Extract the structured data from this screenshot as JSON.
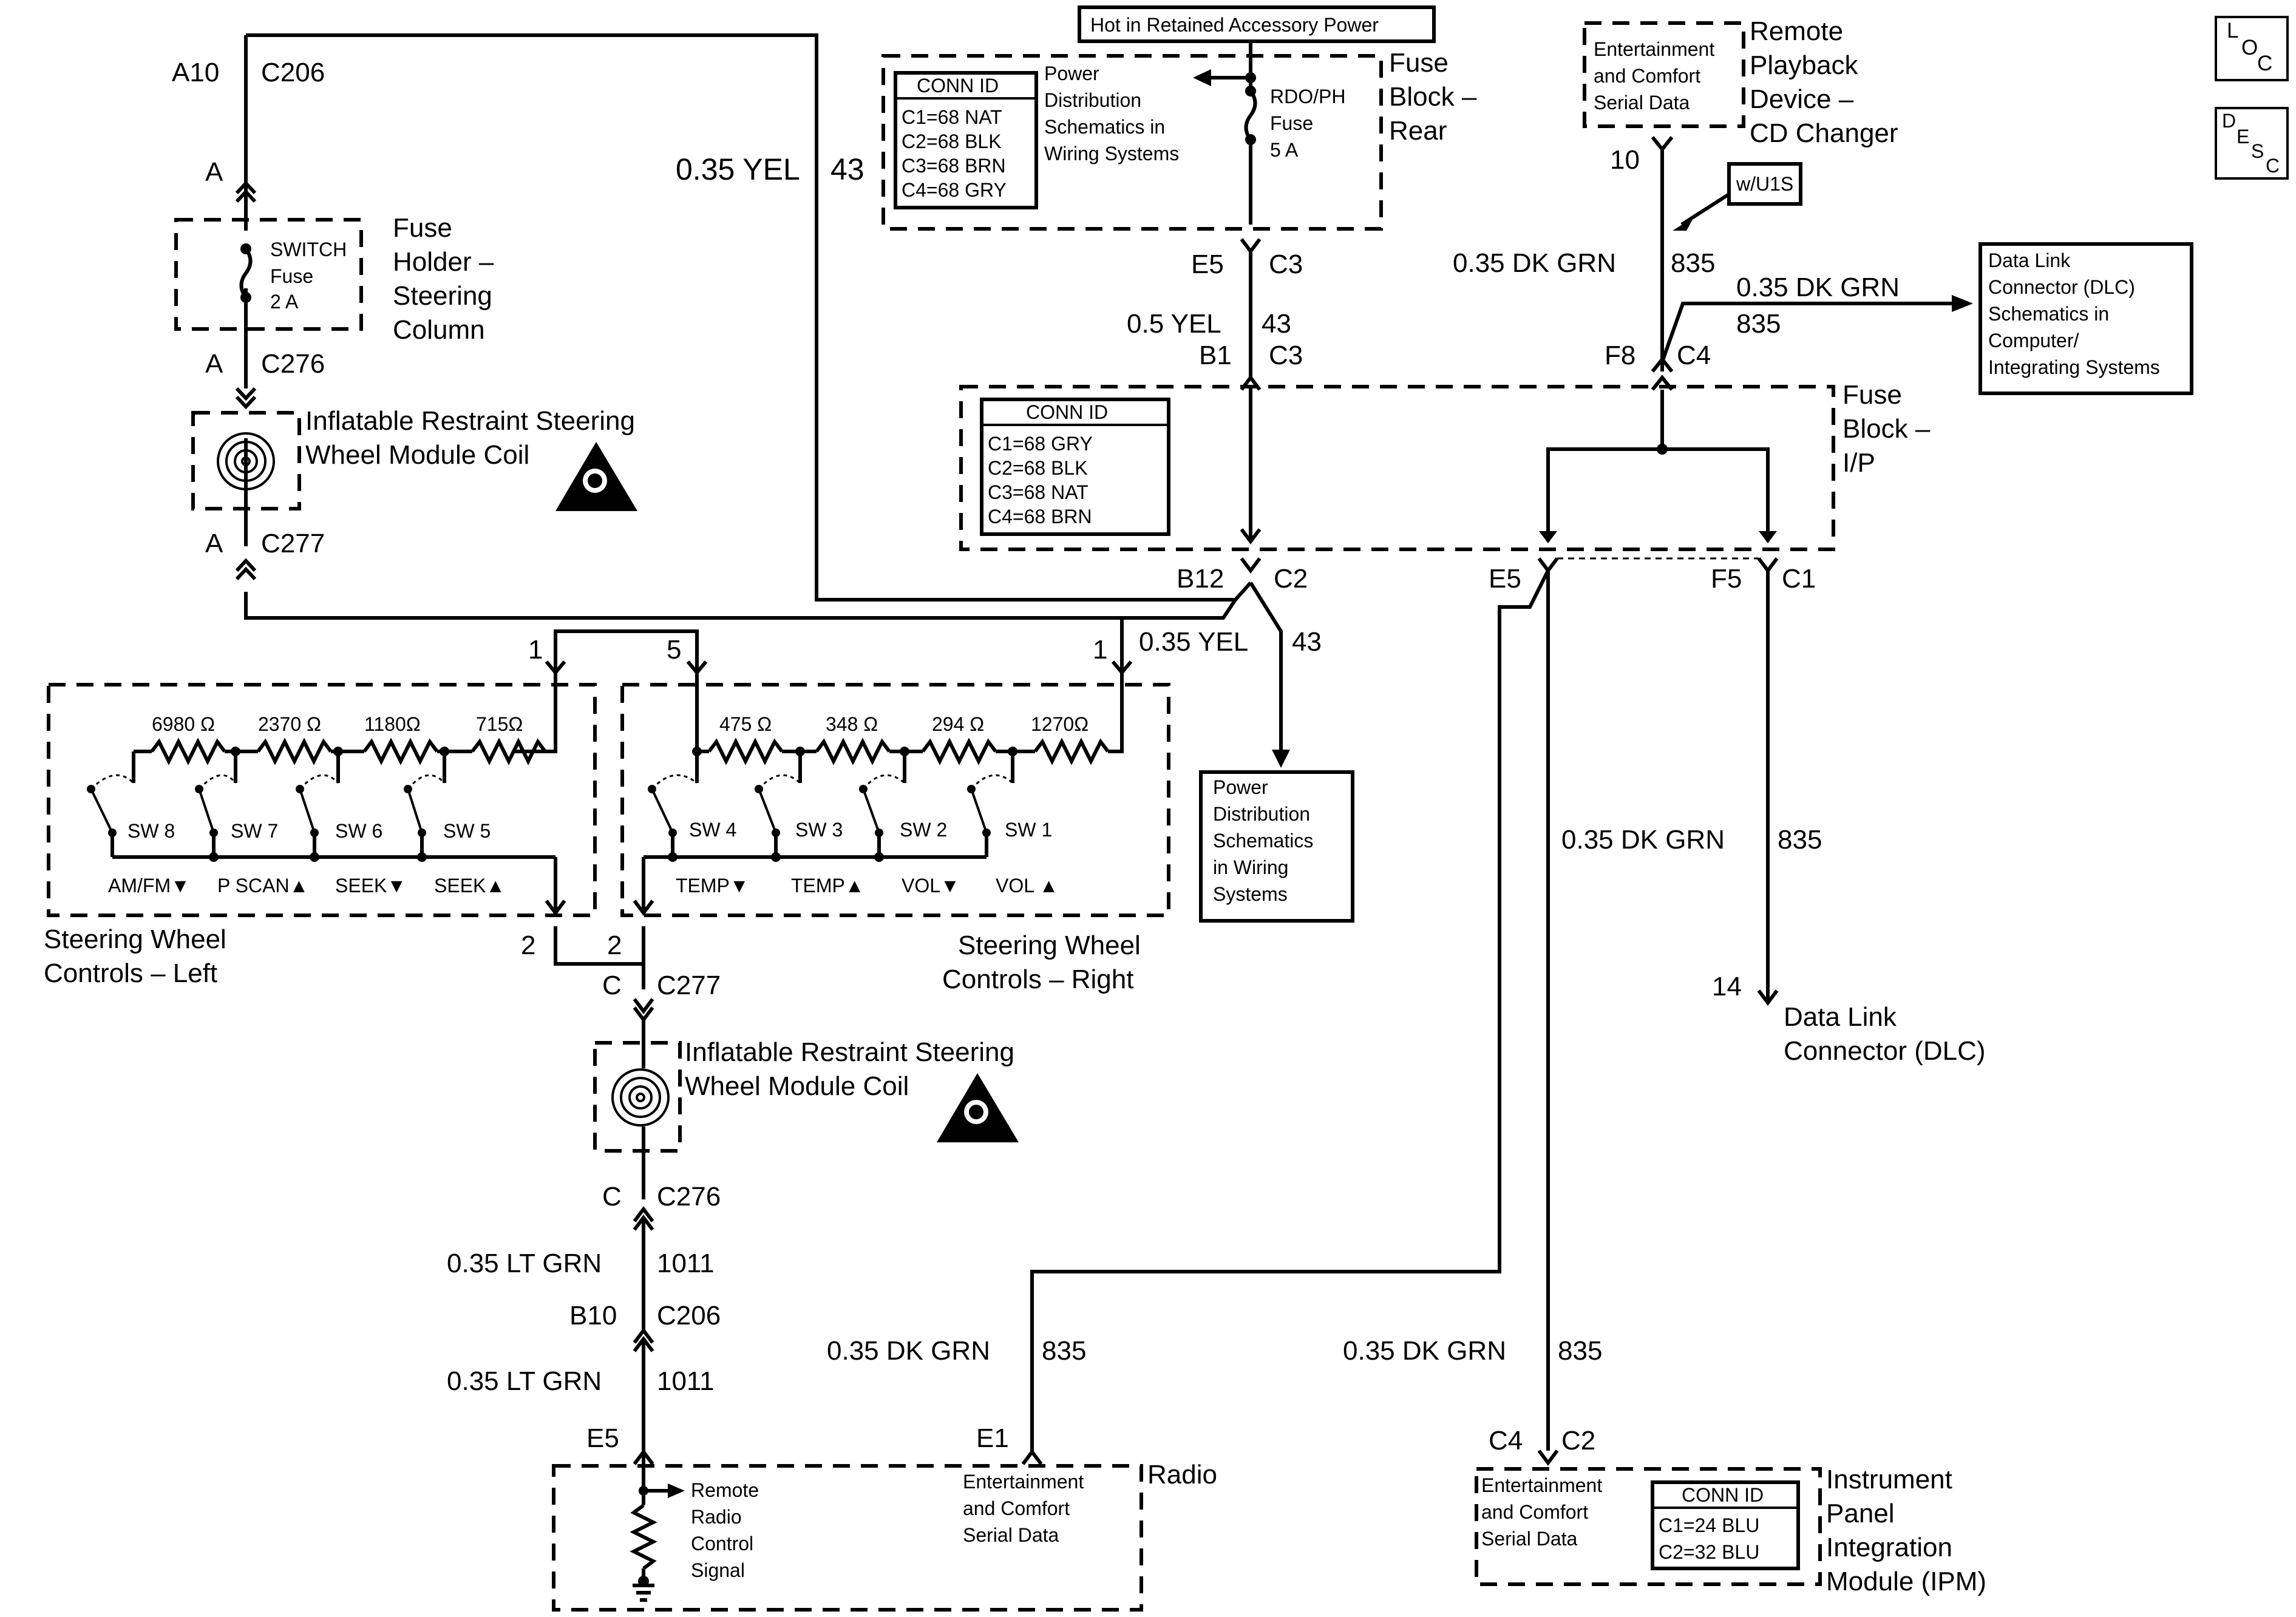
{
  "symbols": {
    "loc": [
      "L",
      "O",
      "C"
    ],
    "desc": [
      "D",
      "E",
      "S",
      "C"
    ]
  },
  "top_banner": "Hot in Retained Accessory Power",
  "fuse_block_rear": {
    "title": [
      "Fuse",
      "Block –",
      "Rear"
    ],
    "conn_id_title": "CONN ID",
    "conn_ids": [
      "C1=68 NAT",
      "C2=68 BLK",
      "C3=68 BRN",
      "C4=68 GRY"
    ],
    "ref": [
      "Power",
      "Distribution",
      "Schematics in",
      "Wiring Systems"
    ],
    "fuse": [
      "RDO/PH",
      "Fuse",
      "5 A"
    ]
  },
  "remote_playback": {
    "title": [
      "Remote",
      "Playback",
      "Device –",
      "CD Changer"
    ],
    "inner": [
      "Entertainment",
      "and Comfort",
      "Serial Data"
    ],
    "pin": "10",
    "option": "w/U1S"
  },
  "fuse_holder": {
    "title": [
      "Fuse",
      "Holder –",
      "Steering",
      "Column"
    ],
    "fuse": [
      "SWITCH",
      "Fuse",
      "2 A"
    ]
  },
  "coil_top": {
    "title": [
      "Inflatable Restraint Steering",
      "Wheel Module Coil"
    ]
  },
  "coil_bottom": {
    "title": [
      "Inflatable Restraint Steering",
      "Wheel Module Coil"
    ]
  },
  "fuse_block_ip": {
    "title": [
      "Fuse",
      "Block –",
      "I/P"
    ],
    "conn_id_title": "CONN ID",
    "conn_ids": [
      "C1=68 GRY",
      "C2=68 BLK",
      "C3=68 NAT",
      "C4=68 BRN"
    ]
  },
  "dlc_ref": [
    "Data Link",
    "Connector (DLC)",
    "Schematics in",
    "Computer/",
    "Integrating Systems"
  ],
  "power_dist_ref": [
    "Power",
    "Distribution",
    "Schematics",
    "in Wiring",
    "Systems"
  ],
  "swc_left": {
    "title": [
      "Steering Wheel",
      "Controls – Left"
    ],
    "resistors": [
      "6980 Ω",
      "2370 Ω",
      "1180Ω",
      "715Ω"
    ],
    "switches": [
      "SW 8",
      "SW 7",
      "SW 6",
      "SW 5"
    ],
    "functions": [
      "AM/FM▼",
      "P SCAN▲",
      "SEEK▼",
      "SEEK▲"
    ]
  },
  "swc_right": {
    "title": [
      "Steering Wheel",
      "Controls – Right"
    ],
    "resistors": [
      "475 Ω",
      "348 Ω",
      "294 Ω",
      "1270Ω"
    ],
    "switches": [
      "SW 4",
      "SW 3",
      "SW 2",
      "SW 1"
    ],
    "functions": [
      "TEMP▼",
      "TEMP▲",
      "VOL▼",
      "VOL ▲"
    ]
  },
  "radio": {
    "title": "Radio",
    "remote": [
      "Remote",
      "Radio",
      "Control",
      "Signal"
    ],
    "serial": [
      "Entertainment",
      "and Comfort",
      "Serial Data"
    ]
  },
  "dlc": {
    "title": [
      "Data Link",
      "Connector (DLC)"
    ],
    "pin": "14"
  },
  "ipm": {
    "title": [
      "Instrument",
      "Panel",
      "Integration",
      "Module (IPM)"
    ],
    "serial": [
      "Entertainment",
      "and Comfort",
      "Serial Data"
    ],
    "conn_id_title": "CONN ID",
    "conn_ids": [
      "C1=24 BLU",
      "C2=32 BLU"
    ]
  },
  "labels": {
    "a10": "A10",
    "c206_top": "C206",
    "a_top": "A",
    "a_c276": "A",
    "c276_top": "C276",
    "a_c277": "A",
    "c277_top": "C277",
    "wire_035yel": "0.35 YEL",
    "ckt_43": "43",
    "e5_rear": "E5",
    "c3_rear": "C3",
    "wire_05yel": "0.5 YEL",
    "ckt_43b": "43",
    "b1": "B1",
    "c3_ip": "C3",
    "wire_dkgrn_top": "0.35 DK GRN",
    "ckt_835_top": "835",
    "wire_dkgrn_dlcref": "0.35 DK GRN",
    "ckt_835_dlcref": "835",
    "f8": "F8",
    "c4_ip": "C4",
    "b12": "B12",
    "c2_ip": "C2",
    "wire_035yel_b": "0.35 YEL",
    "ckt_43c": "43",
    "e5_ip": "E5",
    "f5": "F5",
    "c1_ip": "C1",
    "pin1_left": "1",
    "pin5": "5",
    "pin1_right": "1",
    "pin2_left": "2",
    "pin2_right": "2",
    "c_c277": "C",
    "c277_bottom": "C277",
    "c_c276": "C",
    "c276_bottom": "C276",
    "wire_ltgrn_1": "0.35 LT GRN",
    "ckt_1011_1": "1011",
    "b10": "B10",
    "c206_bottom": "C206",
    "wire_ltgrn_2": "0.35 LT GRN",
    "ckt_1011_2": "1011",
    "e5_radio": "E5",
    "e1_radio": "E1",
    "wire_dkgrn_radio": "0.35 DK GRN",
    "ckt_835_radio": "835",
    "wire_dkgrn_ipm": "0.35 DK GRN",
    "ckt_835_ipm": "835",
    "wire_dkgrn_dlc": "0.35 DK GRN",
    "ckt_835_dlc": "835",
    "c4_ipm": "C4",
    "c2_ipm": "C2"
  }
}
